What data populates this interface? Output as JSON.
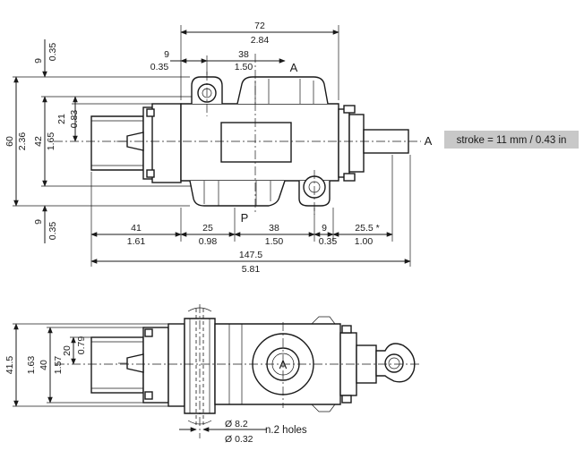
{
  "colors": {
    "line": "#1a1a1a",
    "note_bg": "#c8c8c8",
    "background": "#ffffff"
  },
  "top_view": {
    "dims": {
      "overall_width_mm": "72",
      "overall_width_in": "2.84",
      "top_offset_mm": "9",
      "top_offset_in": "0.35",
      "left_offset_mm": "9",
      "left_offset_in": "0.35",
      "port_spacing_mm": "38",
      "port_spacing_in": "1.50",
      "height_mm": "60",
      "height_in": "2.36",
      "inner_height_mm": "42",
      "inner_height_in": "1.65",
      "half_height_mm": "21",
      "half_height_in": "0.83",
      "bottom_offset_mm": "9",
      "bottom_offset_in": "0.35",
      "seg1_mm": "41",
      "seg1_in": "1.61",
      "seg2_mm": "25",
      "seg2_in": "0.98",
      "seg3_mm": "38",
      "seg3_in": "1.50",
      "seg4_mm": "9",
      "seg4_in": "0.35",
      "seg5_mm": "25.5 *",
      "seg5_in": "1.00",
      "total_length_mm": "147.5",
      "total_length_in": "5.81"
    },
    "port_a_top": "A",
    "port_a_side": "A",
    "port_p": "P",
    "stroke_note": "stroke = 11 mm /  0.43 in"
  },
  "side_view": {
    "dims": {
      "height_mm": "41.5",
      "height_in": "1.63",
      "inner_mm": "40",
      "inner_in": "1.57",
      "half_mm": "20",
      "half_in": "0.79",
      "hole_mm": "Ø 8.2",
      "hole_in": "Ø 0.32",
      "holes_note": "n.2 holes"
    },
    "port_a": "A"
  }
}
